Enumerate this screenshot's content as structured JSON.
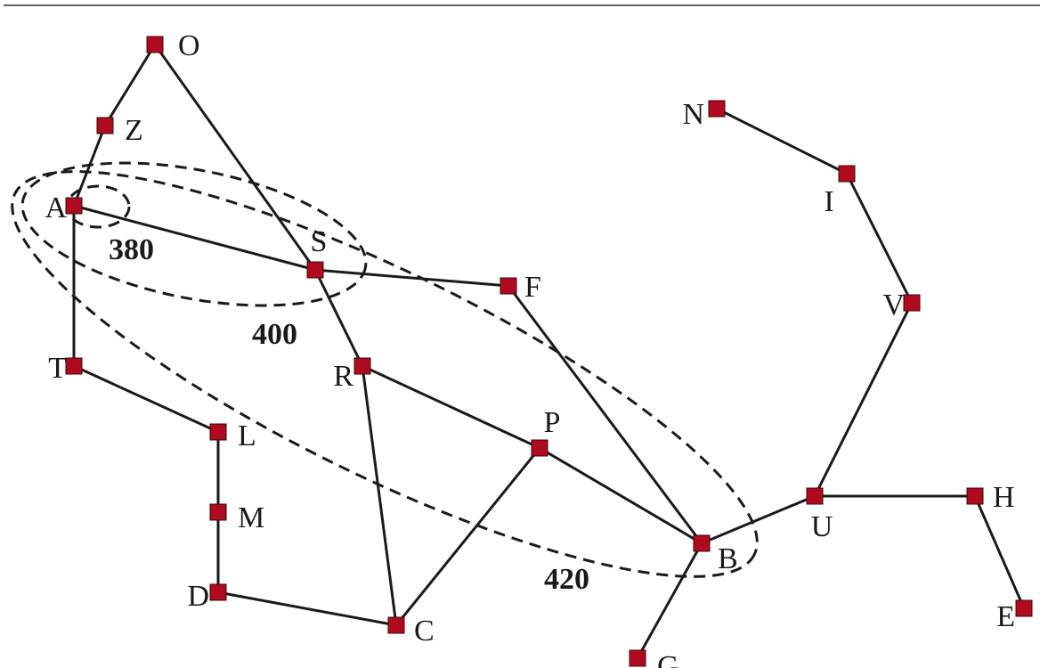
{
  "diagram": {
    "nodes": {
      "O": "O",
      "Z": "Z",
      "A": "A",
      "S": "S",
      "F": "F",
      "T": "T",
      "R": "R",
      "L": "L",
      "P": "P",
      "M": "M",
      "D": "D",
      "C": "C",
      "B": "B",
      "G": "G",
      "U": "U",
      "H": "H",
      "E": "E",
      "V": "V",
      "I": "I",
      "N": "N"
    },
    "edges": [
      [
        "O",
        "Z"
      ],
      [
        "O",
        "S"
      ],
      [
        "Z",
        "A"
      ],
      [
        "A",
        "S"
      ],
      [
        "A",
        "T"
      ],
      [
        "S",
        "F"
      ],
      [
        "S",
        "R"
      ],
      [
        "T",
        "L"
      ],
      [
        "L",
        "M"
      ],
      [
        "M",
        "D"
      ],
      [
        "D",
        "C"
      ],
      [
        "R",
        "C"
      ],
      [
        "R",
        "P"
      ],
      [
        "P",
        "C"
      ],
      [
        "P",
        "B"
      ],
      [
        "F",
        "B"
      ],
      [
        "B",
        "G"
      ],
      [
        "B",
        "U"
      ],
      [
        "U",
        "H"
      ],
      [
        "H",
        "E"
      ],
      [
        "U",
        "V"
      ],
      [
        "V",
        "I"
      ],
      [
        "I",
        "N"
      ]
    ],
    "contours": {
      "c380": "380",
      "c400": "400",
      "c420": "420"
    },
    "node_color": "#b00a1e"
  }
}
